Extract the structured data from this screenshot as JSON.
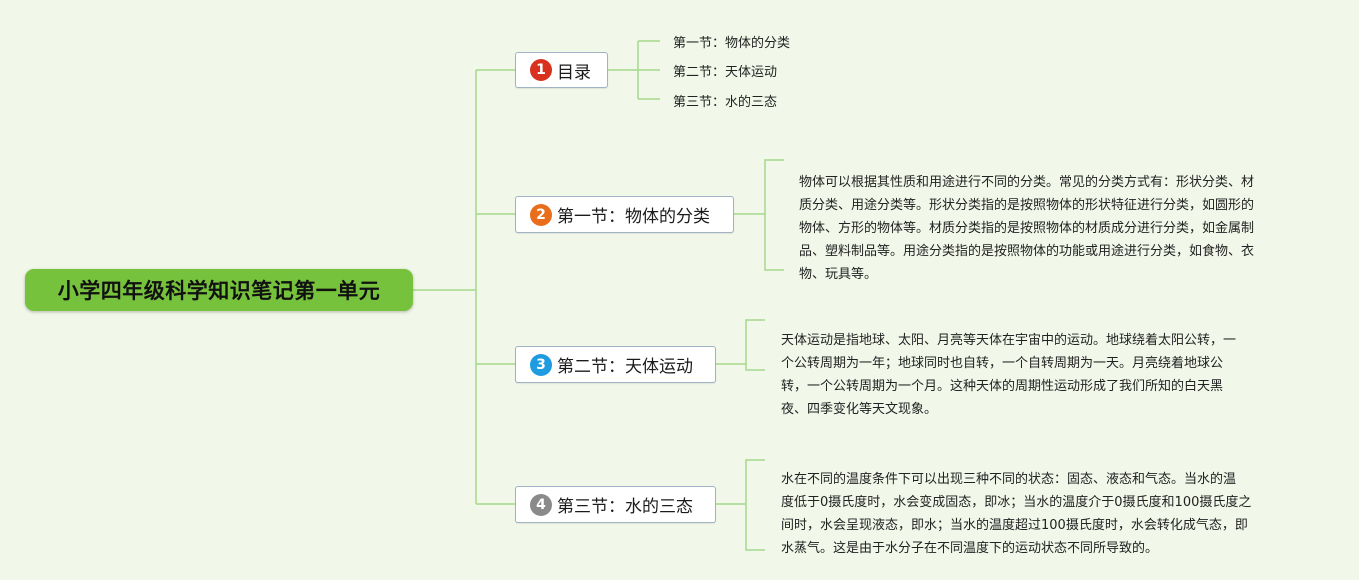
{
  "root": {
    "title": "小学四年级科学知识笔记第一单元"
  },
  "branches": [
    {
      "number": "1",
      "label": "目录",
      "color": "#d8321e",
      "children": [
        "第一节：物体的分类",
        "第二节：天体运动",
        "第三节：水的三态"
      ]
    },
    {
      "number": "2",
      "label": "第一节：物体的分类",
      "color": "#e96e1c",
      "lines": [
        "物体可以根据其性质和用途进行不同的分类。常见的分类方式有：形状分类、材",
        "质分类、用途分类等。形状分类指的是按照物体的形状特征进行分类，如圆形的",
        "物体、方形的物体等。材质分类指的是按照物体的材质成分进行分类，如金属制",
        "品、塑料制品等。用途分类指的是按照物体的功能或用途进行分类，如食物、衣",
        "物、玩具等。"
      ]
    },
    {
      "number": "3",
      "label": "第二节：天体运动",
      "color": "#1f9be0",
      "lines": [
        "天体运动是指地球、太阳、月亮等天体在宇宙中的运动。地球绕着太阳公转，一",
        "个公转周期为一年；地球同时也自转，一个自转周期为一天。月亮绕着地球公",
        "转，一个公转周期为一个月。这种天体的周期性运动形成了我们所知的白天黑",
        "夜、四季变化等天文现象。"
      ]
    },
    {
      "number": "4",
      "label": "第三节：水的三态",
      "color": "#8a8a8a",
      "lines": [
        "水在不同的温度条件下可以出现三种不同的状态：固态、液态和气态。当水的温",
        "度低于0摄氏度时，水会变成固态，即冰；当水的温度介于0摄氏度和100摄氏度之",
        "间时，水会呈现液态，即水；当水的温度超过100摄氏度时，水会转化成气态，即",
        "水蒸气。这是由于水分子在不同温度下的运动状态不同所导致的。"
      ]
    }
  ],
  "colors": {
    "background": "#f1f7e9",
    "root_fill": "#77c23c",
    "connector": "#a6d88c",
    "branch_border": "#9fb3c4"
  }
}
